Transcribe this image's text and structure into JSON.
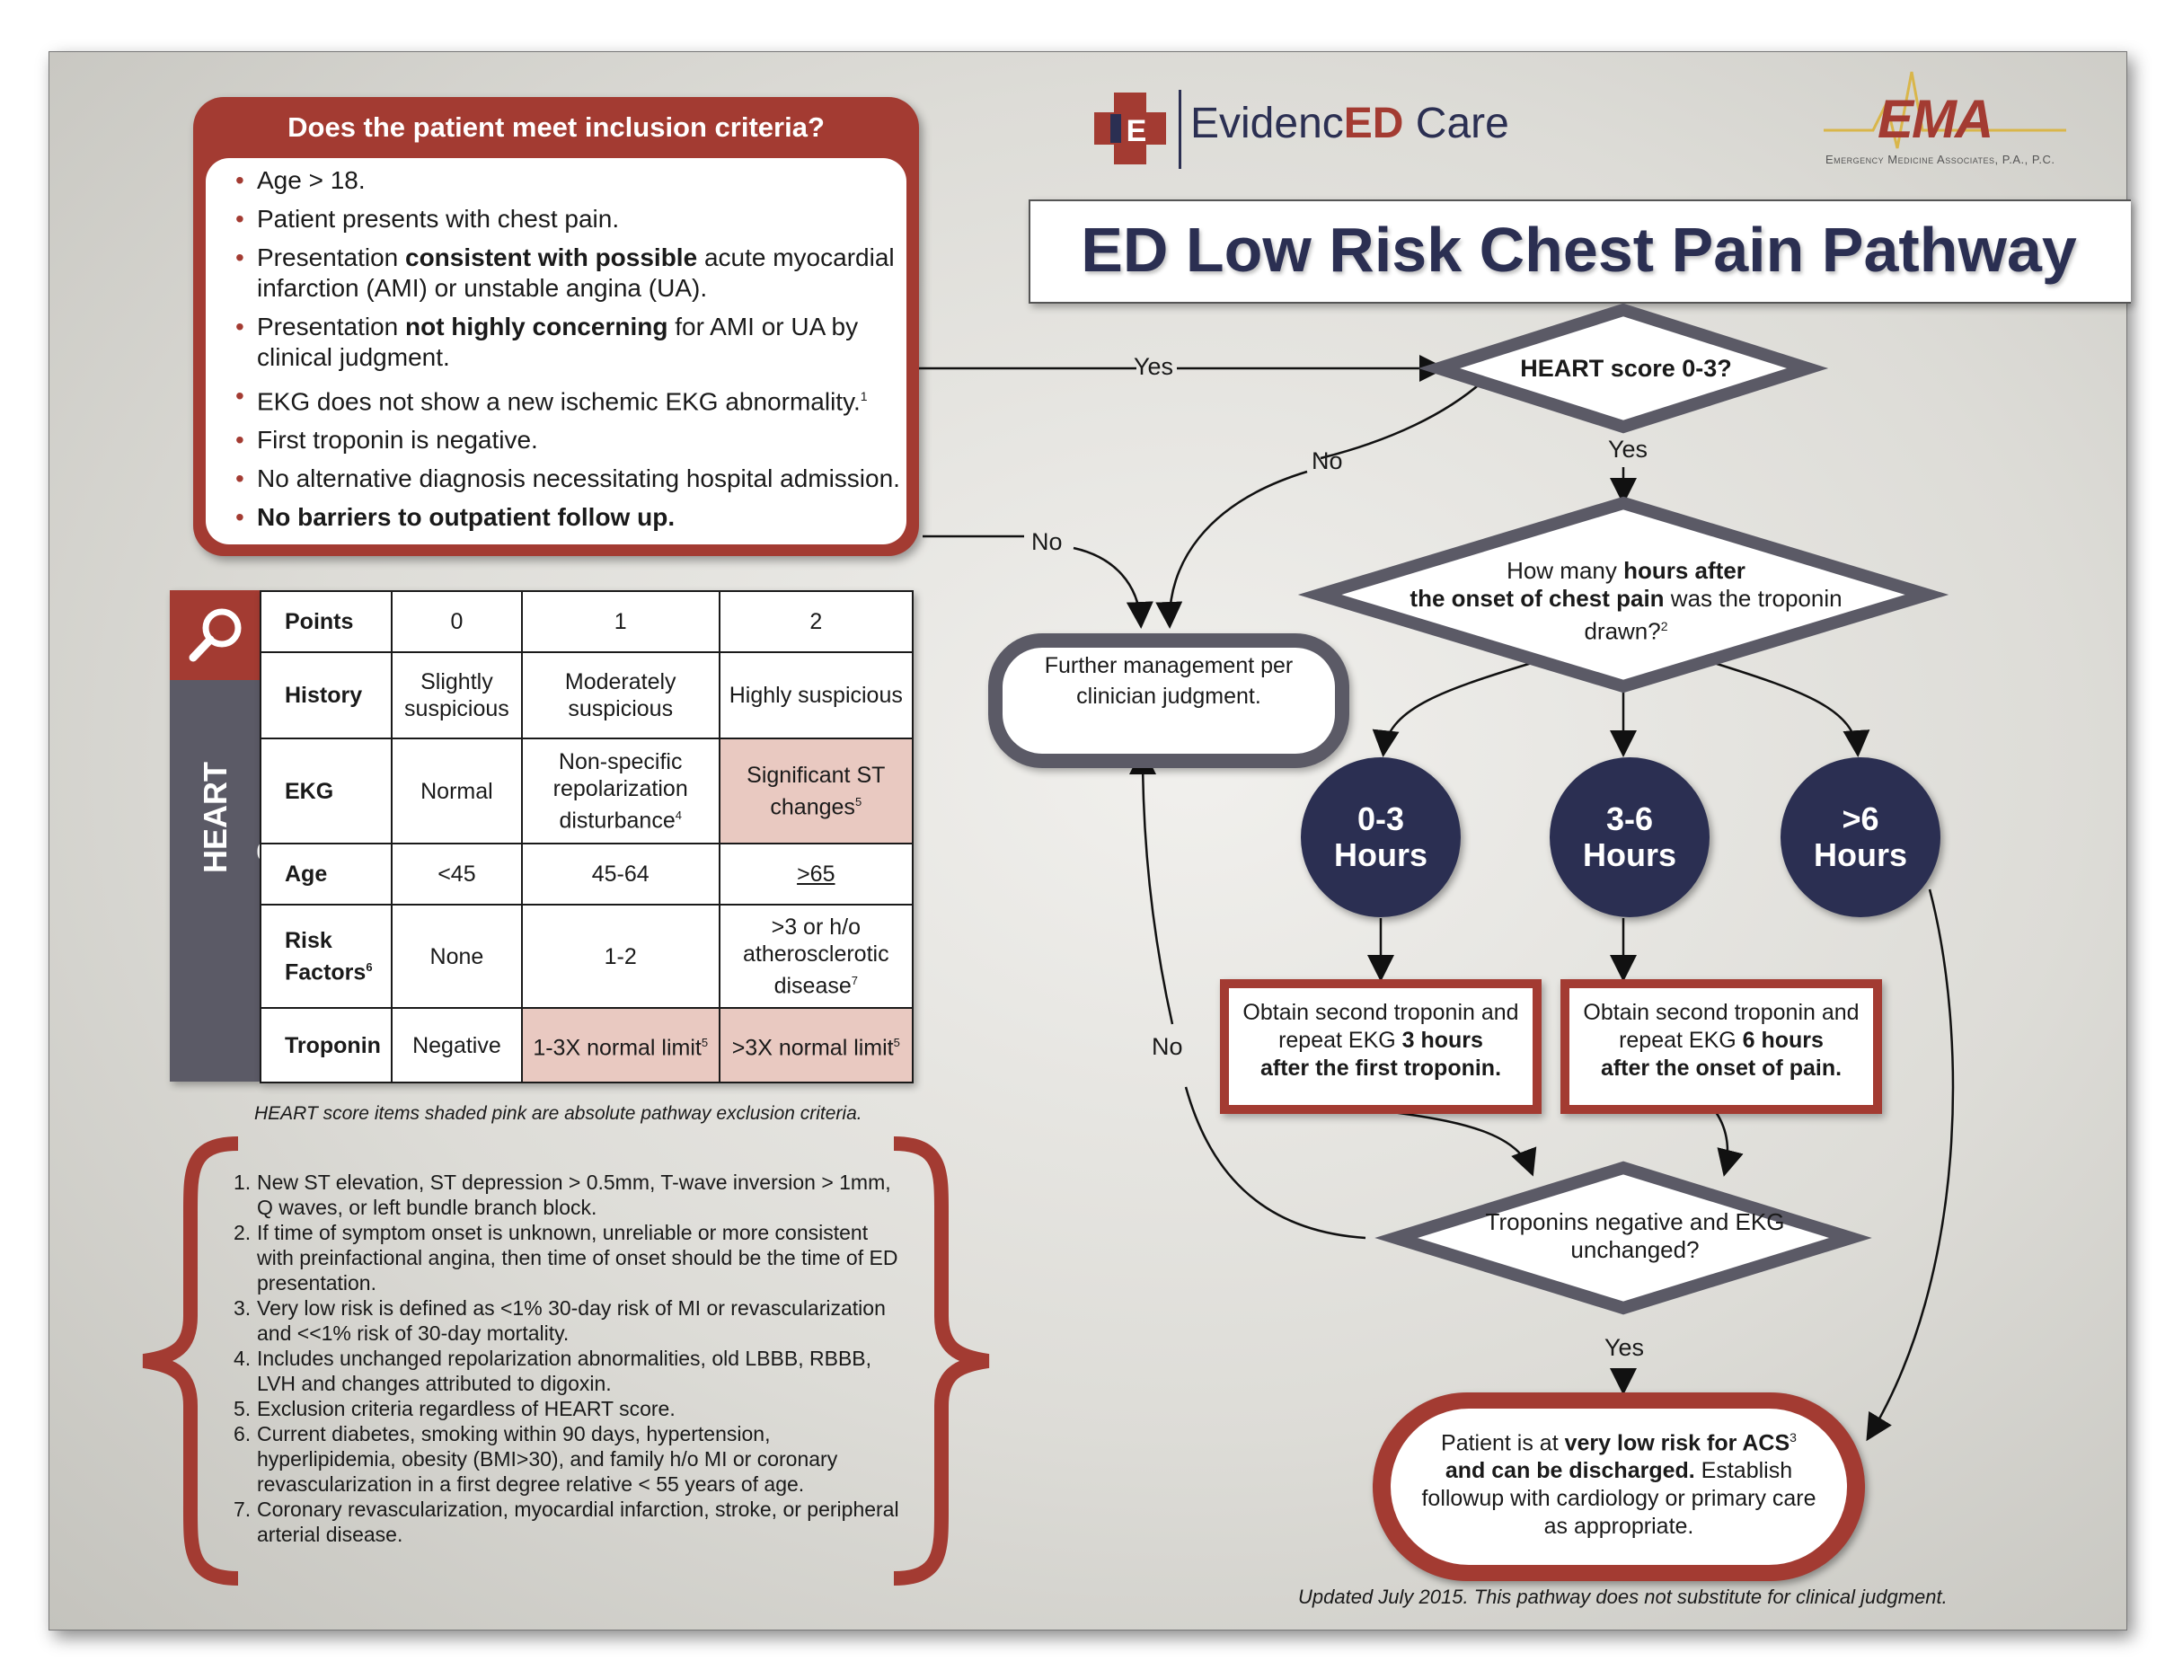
{
  "inclusion": {
    "title": "Does the patient meet inclusion criteria?",
    "items": [
      {
        "pre": "Age > 18.",
        "bold": "",
        "post": ""
      },
      {
        "pre": "Patient presents with chest pain.",
        "bold": "",
        "post": ""
      },
      {
        "pre": "Presentation ",
        "bold": "consistent with possible",
        "post": " acute myocardial infarction (AMI) or unstable angina (UA)."
      },
      {
        "pre": "Presentation ",
        "bold": "not highly concerning",
        "post": " for AMI or UA by clinical judgment."
      },
      {
        "pre": "EKG does not show a new ischemic EKG abnormality.",
        "bold": "",
        "post": "",
        "sup": "1"
      },
      {
        "pre": "First troponin is negative.",
        "bold": "",
        "post": ""
      },
      {
        "pre": "No alternative diagnosis necessitating hospital admission.",
        "bold": "",
        "post": ""
      },
      {
        "pre": "",
        "bold": "No barriers to outpatient follow up.",
        "post": ""
      }
    ]
  },
  "logos": {
    "evidenced_prefix": "Evidenc",
    "evidenced_ed": "ED",
    "evidenced_suffix": " Care",
    "ema": "EMA",
    "ema_sub": "Emergency Medicine Associates, P.A., P.C."
  },
  "title": "ED Low Risk Chest Pain Pathway",
  "heart_table": {
    "side_label": "HEART Score",
    "header": [
      "Points",
      "0",
      "1",
      "2"
    ],
    "rows": [
      {
        "label": "History",
        "c0": "Slightly suspicious",
        "c1": "Moderately suspicious",
        "c2": "Highly suspicious"
      },
      {
        "label": "EKG",
        "c0": "Normal",
        "c1": "Non-specific repolarization disturbance",
        "c1_sup": "4",
        "c2": "Significant ST changes",
        "c2_sup": "5"
      },
      {
        "label": "Age",
        "c0": "<45",
        "c1": "45-64",
        "c2": ">65"
      },
      {
        "label": "Risk Factors",
        "label_sup": "6",
        "c0": "None",
        "c1": "1-2",
        "c2": ">3 or h/o atherosclerotic disease",
        "c2_sup": "7"
      },
      {
        "label": "Troponin",
        "c0": "Negative",
        "c1": "1-3X normal limit",
        "c1_sup": "5",
        "c2": ">3X normal limit",
        "c2_sup": "5"
      }
    ],
    "note": "HEART score items shaded pink are absolute pathway exclusion criteria."
  },
  "footnotes": [
    "New ST elevation, ST depression > 0.5mm, T-wave inversion > 1mm, Q waves, or left bundle branch block.",
    "If time of symptom onset is unknown, unreliable or more consistent with preinfactional angina, then time of onset should be the time of ED presentation.",
    "Very low risk is defined as <1% 30-day risk of MI or revascularization and <<1% risk of 30-day mortality.",
    "Includes unchanged repolarization abnormalities, old LBBB, RBBB, LVH and changes attributed to digoxin.",
    "Exclusion criteria regardless of HEART score.",
    "Current diabetes, smoking within 90 days, hypertension, hyperlipidemia, obesity (BMI>30), and family h/o MI or coronary revascularization in a first degree relative < 55 years of age.",
    "Coronary revascularization, myocardial infarction, stroke, or peripheral arterial disease."
  ],
  "flow": {
    "heart_q": "HEART score 0-3?",
    "hours_q_pre": "How many ",
    "hours_q_bold1": "hours after",
    "hours_q_bold2": "the onset of chest pain",
    "hours_q_post": " was the troponin drawn?",
    "hours_q_sup": "2",
    "further": "Further management per clinician judgment.",
    "circles": [
      {
        "range": "0-3",
        "unit": "Hours"
      },
      {
        "range": "3-6",
        "unit": "Hours"
      },
      {
        "range": ">6",
        "unit": "Hours"
      }
    ],
    "box1_pre": "Obtain second troponin and repeat EKG ",
    "box1_bold": "3 hours",
    "box1_bold2": "after the first troponin.",
    "box2_pre": "Obtain second troponin and repeat EKG ",
    "box2_bold": "6 hours",
    "box2_bold2": "after the onset of pain.",
    "trop_q": "Troponins negative and EKG unchanged?",
    "final_pre": "Patient is at ",
    "final_bold1": "very low risk for ACS",
    "final_sup": "3",
    "final_bold2": "and can be discharged.",
    "final_post": " Establish followup with cardiology or primary care as appropriate.",
    "labels": {
      "yes": "Yes",
      "no": "No"
    }
  },
  "updated": "Updated July 2015. This pathway does not substitute for clinical judgment.",
  "colors": {
    "accent_red": "#a33b32",
    "navy": "#2b2f52",
    "gray": "#5b5a66",
    "pink": "#e9c9c1"
  }
}
